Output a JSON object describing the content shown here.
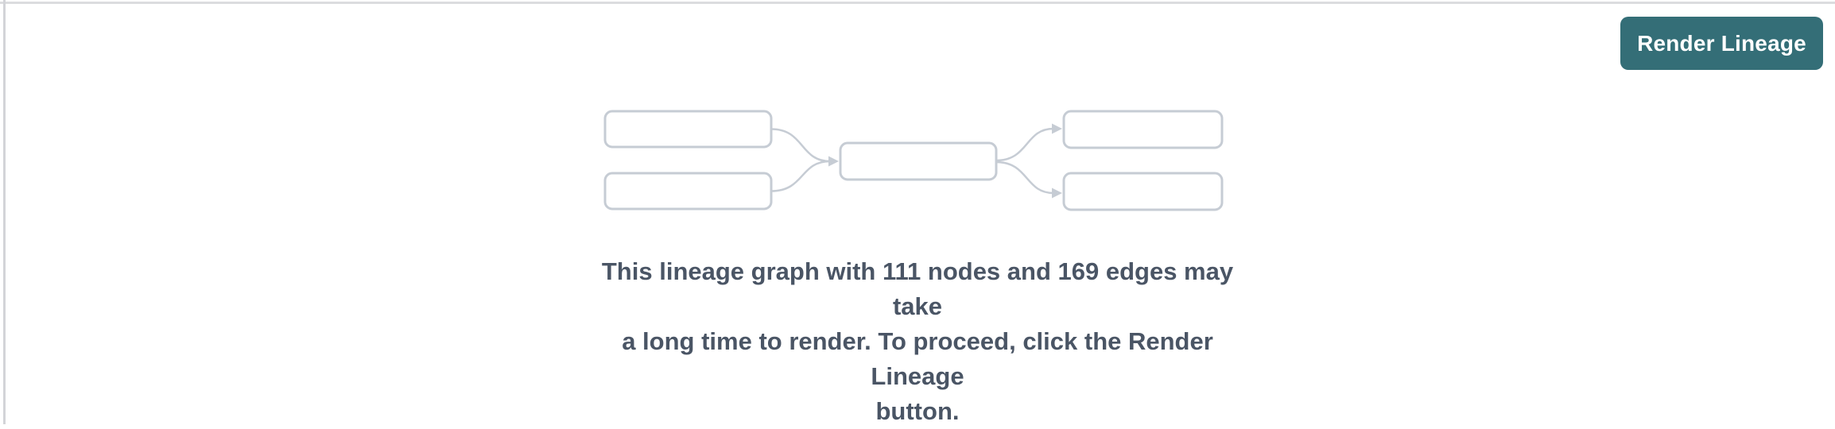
{
  "panel": {
    "name": "lineage-graph-panel"
  },
  "toolbar": {
    "render_lineage_label": "Render Lineage"
  },
  "empty_state": {
    "illustration_name": "mini-lineage-graph",
    "graph_stats": {
      "nodes": 111,
      "edges": 169
    },
    "message_lines": [
      "This lineage graph with 111 nodes and 169 edges may take",
      "a long time to render. To proceed, click the Render Lineage",
      "button."
    ]
  },
  "colors": {
    "accent_teal": "#346e77",
    "button_text": "#ffffff",
    "node_border_gray": "#c6ccd4",
    "message_text": "#4a5565",
    "panel_border_gray": "#d8d9dd"
  }
}
